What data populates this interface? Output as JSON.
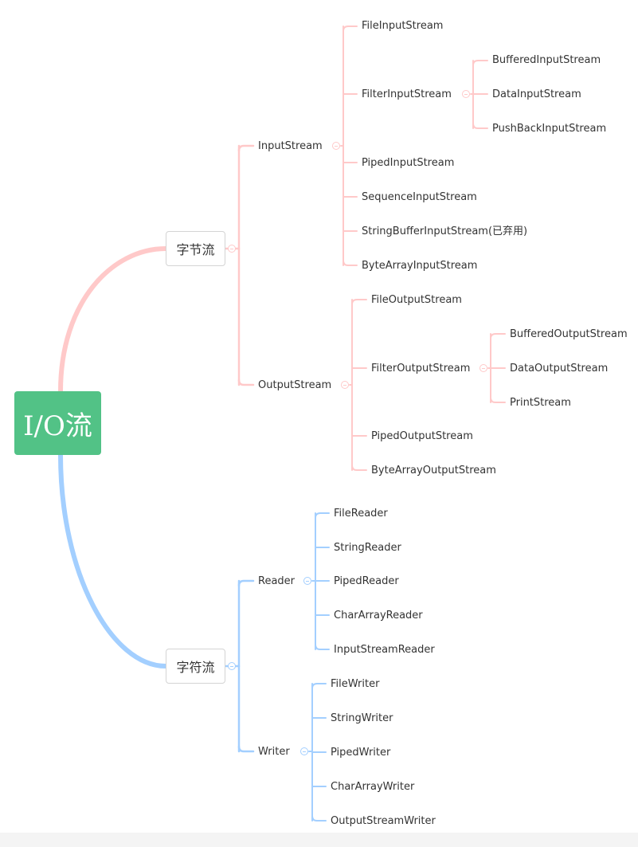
{
  "colors": {
    "root": "#52c286",
    "byte_branch": "#ffc9c9",
    "char_branch": "#a3cfff",
    "text": "#333333"
  },
  "root": {
    "label": "I/O流"
  },
  "byte_stream": {
    "label": "字节流",
    "input": {
      "label": "InputStream",
      "children": [
        "FileInputStream",
        "FilterInputStream",
        "PipedInputStream",
        "SequenceInputStream",
        "StringBufferInputStream(已弃用)",
        "ByteArrayInputStream"
      ],
      "filter": {
        "label": "FilterInputStream",
        "children": [
          "BufferedInputStream",
          "DataInputStream",
          "PushBackInputStream"
        ]
      }
    },
    "output": {
      "label": "OutputStream",
      "children": [
        "FileOutputStream",
        "FilterOutputStream",
        "PipedOutputStream",
        "ByteArrayOutputStream"
      ],
      "filter": {
        "label": "FilterOutputStream",
        "children": [
          "BufferedOutputStream",
          "DataOutputStream",
          "PrintStream"
        ]
      }
    }
  },
  "char_stream": {
    "label": "字符流",
    "reader": {
      "label": "Reader",
      "children": [
        "FileReader",
        "StringReader",
        "PipedReader",
        "CharArrayReader",
        "InputStreamReader"
      ]
    },
    "writer": {
      "label": "Writer",
      "children": [
        "FileWriter",
        "StringWriter",
        "PipedWriter",
        "CharArrayWriter",
        "OutputStreamWriter"
      ]
    }
  }
}
